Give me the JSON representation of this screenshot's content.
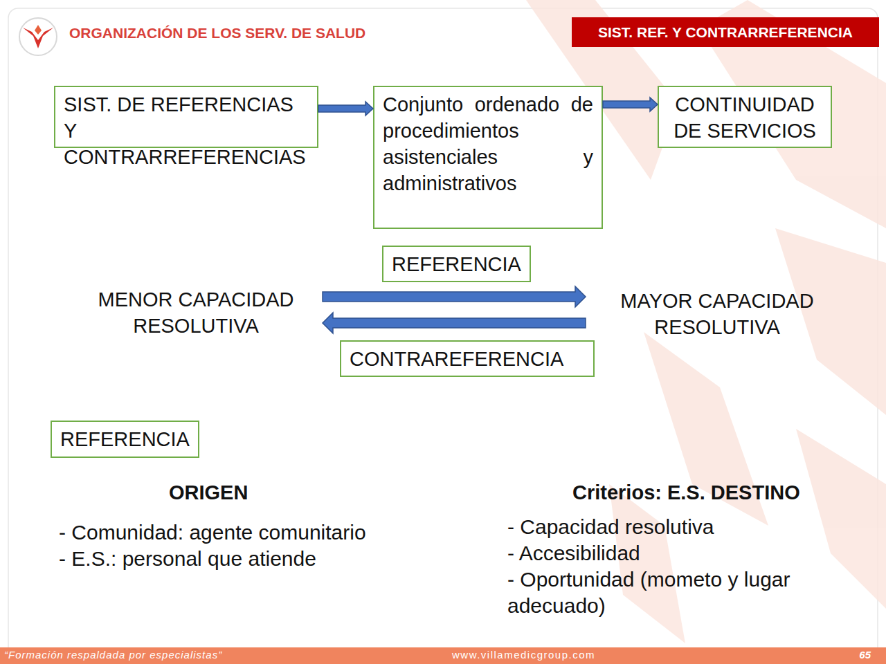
{
  "diagram": {
    "title": "ORGANIZACIÓN DE LOS SERV. DE SALUD",
    "nodes": [
      {
        "text": [
          "SIST. REF. Y CONTRARREFERENCIA"
        ]
      },
      {
        "text": [
          "SIST. DE REFERENCIAS Y CONTRARREFERENCIAS"
        ]
      },
      {
        "text": [
          "Conjunto ordenado de procedimientos asistenciales y administrativos"
        ]
      },
      {
        "text": [
          "CONTINUIDAD DE SERVICIOS"
        ]
      },
      {
        "text": [
          "REFERENCIA"
        ]
      },
      {
        "text": [
          "MENOR CAPACIDAD RESOLUTIVA"
        ]
      },
      {
        "text": [
          "MAYOR CAPACIDAD RESOLUTIVA"
        ]
      },
      {
        "text": [
          "CONTRAREFERENCIA"
        ]
      },
      {
        "text": [
          "REFERENCIA"
        ]
      },
      {
        "text": [
          "“Formación respaldada por especialistas”",
          "www.villamedicgroup.com",
          "65"
        ]
      }
    ],
    "edges": [
      {
        "from": 1,
        "to": 2,
        "arrow": "to"
      },
      {
        "from": 2,
        "to": 3,
        "arrow": "to"
      },
      {
        "from": 5,
        "to": 6,
        "arrow": "to"
      },
      {
        "from": 6,
        "to": 5,
        "arrow": "to"
      }
    ],
    "labels": [
      "ORIGEN",
      "- Comunidad: agente comunitario",
      "- E.S.: personal que atiende",
      "Criterios: E.S. DESTINO",
      "- Capacidad resolutiva",
      "- Accesibilidad",
      "- Oportunidad (mometo y lugar adecuado)"
    ]
  }
}
